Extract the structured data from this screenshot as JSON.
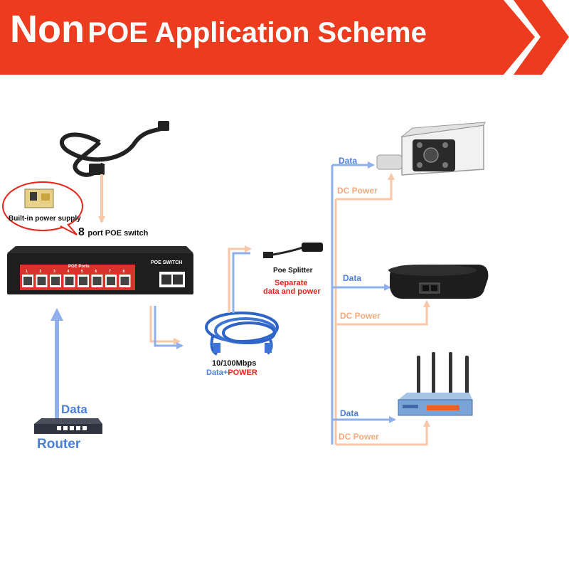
{
  "banner": {
    "word1": "Non",
    "word2": "POE Application Scheme",
    "color": "#ec3b1e"
  },
  "colors": {
    "data_line": "#8fb0ec",
    "power_line": "#f9c6a6",
    "data_text": "#4a7fd9",
    "power_text": "#f7a97c",
    "accent_text": "#e8231a"
  },
  "power_supply_callout": "Built-in power supply",
  "switch": {
    "caption_num": "8",
    "caption_text": "port POE switch",
    "ports_label": "POE Ports",
    "brand_label": "POE SWITCH",
    "port_numbers": [
      "1",
      "2",
      "3",
      "4",
      "5",
      "6",
      "7",
      "8"
    ]
  },
  "router": {
    "data_label": "Data",
    "name": "Router"
  },
  "cable": {
    "speed": "10/100Mbps",
    "data": "Data",
    "plus": "+",
    "power": "POWER"
  },
  "splitter": {
    "name": "Poe Splitter",
    "note_line1": "Separate",
    "note_line2": "data and power"
  },
  "devices": [
    {
      "name": "camera-device",
      "data_label": "Data",
      "power_label": "DC Power"
    },
    {
      "name": "phone-device",
      "data_label": "Data",
      "power_label": "DC Power"
    },
    {
      "name": "router-device",
      "data_label": "Data",
      "power_label": "DC Power"
    }
  ]
}
